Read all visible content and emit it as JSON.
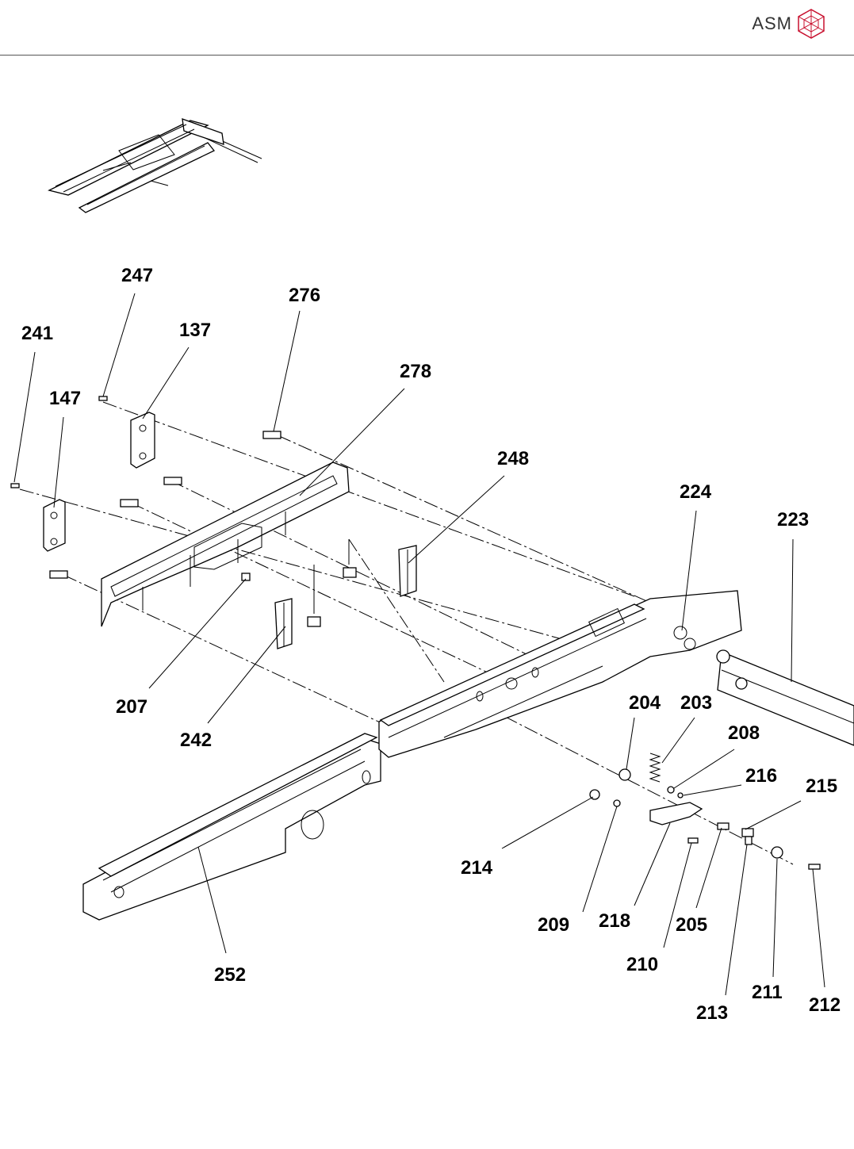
{
  "header": {
    "brand": "ASM",
    "logo_icon": "asm-cube-logo-icon",
    "accent_color": "#c8102e"
  },
  "callouts": {
    "c247": "247",
    "c276": "276",
    "c241": "241",
    "c137": "137",
    "c278": "278",
    "c147": "147",
    "c248": "248",
    "c224": "224",
    "c223": "223",
    "c207": "207",
    "c242": "242",
    "c204": "204",
    "c203": "203",
    "c208": "208",
    "c216": "216",
    "c215": "215",
    "c214": "214",
    "c209": "209",
    "c218": "218",
    "c205": "205",
    "c210": "210",
    "c211": "211",
    "c212": "212",
    "c213": "213",
    "c252": "252"
  }
}
